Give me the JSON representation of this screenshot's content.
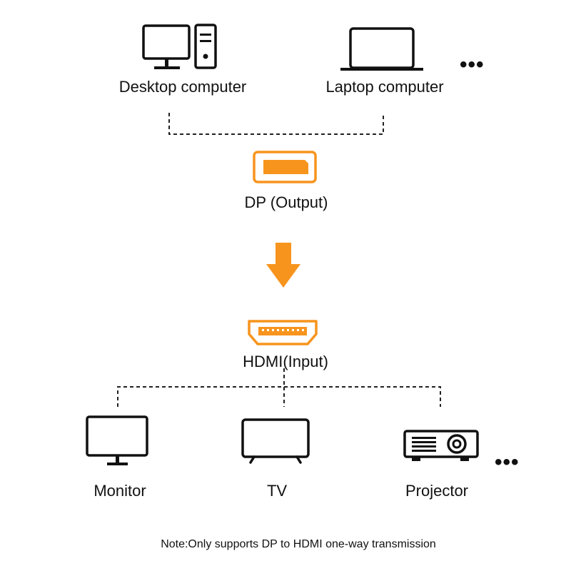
{
  "sources": [
    {
      "label": "Desktop computer",
      "icon": "desktop-computer-icon"
    },
    {
      "label": "Laptop computer",
      "icon": "laptop-computer-icon"
    }
  ],
  "sources_more": "•••",
  "output_port": {
    "label": "DP (Output)",
    "icon": "displayport-icon"
  },
  "arrow_icon": "arrow-down-icon",
  "input_port": {
    "label": "HDMI(Input)",
    "icon": "hdmi-port-icon"
  },
  "targets": [
    {
      "label": "Monitor",
      "icon": "monitor-icon"
    },
    {
      "label": "TV",
      "icon": "tv-icon"
    },
    {
      "label": "Projector",
      "icon": "projector-icon"
    }
  ],
  "targets_more": "•••",
  "note": "Note:Only supports DP to HDMI one-way transmission",
  "colors": {
    "accent": "#F7941D",
    "ink": "#111111"
  }
}
